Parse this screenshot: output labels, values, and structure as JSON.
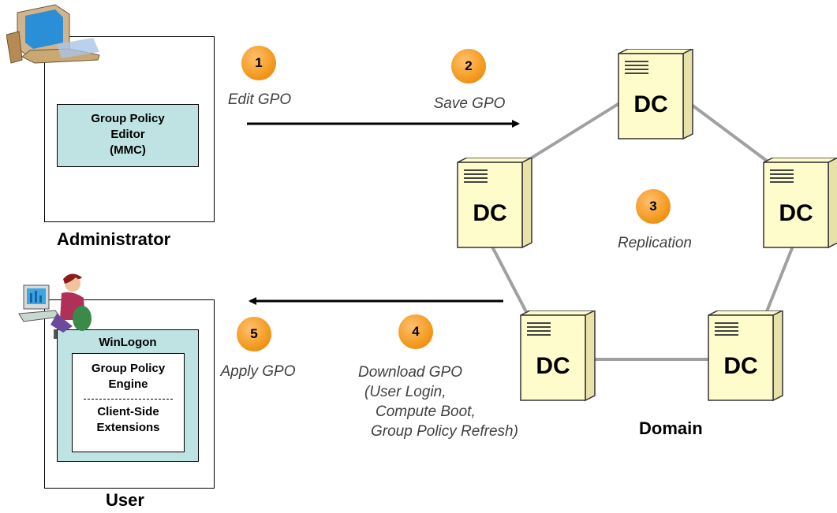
{
  "admin": {
    "box_text_line1": "Group Policy",
    "box_text_line2": "Editor",
    "box_text_line3": "(MMC)",
    "caption": "Administrator"
  },
  "user": {
    "winlogon": "WinLogon",
    "engine_line1": "Group Policy",
    "engine_line2": "Engine",
    "cse_line1": "Client-Side",
    "cse_line2": "Extensions",
    "caption": "User"
  },
  "steps": [
    {
      "num": "1",
      "label": "Edit GPO"
    },
    {
      "num": "2",
      "label": "Save GPO"
    },
    {
      "num": "3",
      "label": "Replication"
    },
    {
      "num": "4",
      "label_line1": "Download GPO",
      "label_line2": "(User Login,",
      "label_line3": "Compute Boot,",
      "label_line4": "Group Policy Refresh)"
    },
    {
      "num": "5",
      "label": "Apply GPO"
    }
  ],
  "domain": {
    "caption": "Domain",
    "dc_label": "DC"
  },
  "icons": {
    "admin": "computer-icon",
    "user": "user-at-computer-icon",
    "server": "server-icon"
  },
  "colors": {
    "badge": "#f39a1e",
    "teal_box": "#bfe3e3",
    "server_face": "#fffccc",
    "link_line": "#a0a0a0"
  }
}
